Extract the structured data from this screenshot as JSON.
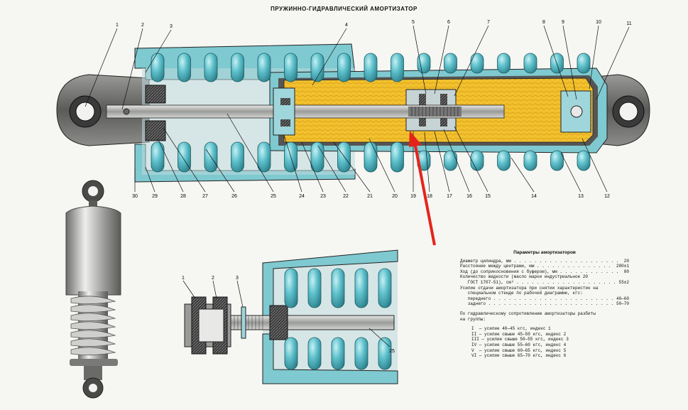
{
  "title": "ПРУЖИННО-ГИДРАВЛИЧЕСКИЙ АМОРТИЗАТОР",
  "main_callouts": [
    "1",
    "2",
    "3",
    "4",
    "5",
    "6",
    "7",
    "8",
    "9",
    "10",
    "11",
    "12",
    "13",
    "14",
    "15",
    "16",
    "17",
    "18",
    "19",
    "20",
    "21",
    "22",
    "23",
    "24",
    "25",
    "26",
    "27",
    "28",
    "29",
    "30"
  ],
  "detail_callouts": [
    "1",
    "2",
    "3",
    "25"
  ],
  "params": {
    "title": "Параметры амортизаторов",
    "rows": [
      {
        "label": "Диаметр цилиндра, мм",
        "value": "20"
      },
      {
        "label": "Расстояние между центрами, мм",
        "value": "280±1"
      },
      {
        "label": "Ход (до соприкосновения с буфером), мм",
        "value": "80"
      },
      {
        "label": "Количество жидкости (масло марки индустриальное 20",
        "value": ""
      },
      {
        "label": "   ГОСТ 1707-51), см³",
        "value": "55±2"
      },
      {
        "label": "Усилие отдачи амортизатора при снятии характеристик на",
        "value": ""
      },
      {
        "label": "   специальном стенде по рабочей диаграмме, кгс:",
        "value": ""
      },
      {
        "label": "   переднего",
        "value": "40—60"
      },
      {
        "label": "   заднего",
        "value": "50—70"
      }
    ],
    "groups_note": "По гидравлическому сопротивлению амортизаторы разбиты\nна группы:",
    "groups": [
      "I  — усилие 40—45 кгс, индекс 1",
      "II — усилие свыше 45—50 кгс, индекс 2",
      "III — усилие свыше 50—55 кгс, индекс 3",
      "IV — усилие свыше 55—60 кгс, индекс 4",
      "V  — усилие свыше 60—65 кгс, индекс 5",
      "VI — усилие свыше 65—70 кгс, индекс 6"
    ]
  },
  "colors": {
    "housing": "#7fc9d0",
    "spring": "#5ec1cc",
    "oil": "#f2c12e",
    "rod": "#b9bbb8",
    "dark": "#2a2a2a",
    "arrow": "#e5231b"
  }
}
